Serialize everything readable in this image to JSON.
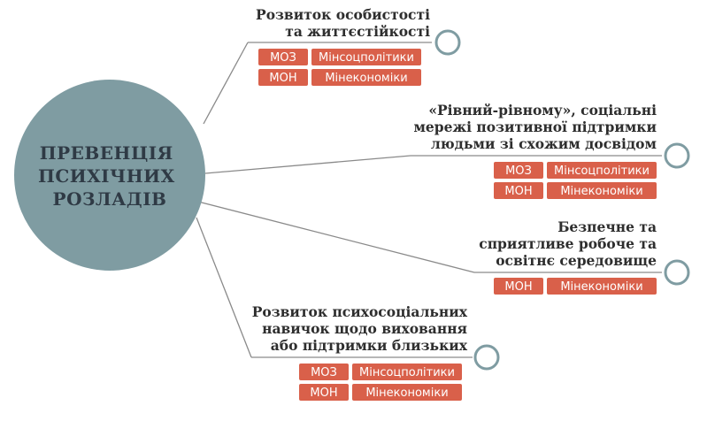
{
  "center": {
    "lines": [
      "ПРЕВЕНЦІЯ",
      "ПСИХІЧНИХ",
      "РОЗЛАДІВ"
    ],
    "color": "#7f9ca2"
  },
  "colors": {
    "badge": "#d9604a",
    "line": "#8a8a8a",
    "node_stroke": "#7f9ca2"
  },
  "branches": [
    {
      "id": "personality",
      "title_lines": [
        "Розвиток особистості",
        "та  життєстійкості"
      ],
      "badges": [
        [
          "МОЗ",
          "Мінсоцполітики"
        ],
        [
          "МОН",
          "Мінекономіки"
        ]
      ]
    },
    {
      "id": "peer",
      "title_lines": [
        "«Рівний-рівному», соціальні",
        "мережі позитивної підтримки",
        "людьми зі схожим досвідом"
      ],
      "badges": [
        [
          "МОЗ",
          "Мінсоцполітики"
        ],
        [
          "МОН",
          "Мінекономіки"
        ]
      ]
    },
    {
      "id": "environment",
      "title_lines": [
        "Безпечне та",
        "сприятливе робоче та",
        "освітнє середовище"
      ],
      "badges": [
        [
          "МОН",
          "Мінекономіки"
        ]
      ]
    },
    {
      "id": "parenting",
      "title_lines": [
        "Розвиток психосоціальних",
        "навичок щодо виховання",
        "або підтримки близьких"
      ],
      "badges": [
        [
          "МОЗ",
          "Мінсоцполітики"
        ],
        [
          "МОН",
          "Мінекономіки"
        ]
      ]
    }
  ]
}
